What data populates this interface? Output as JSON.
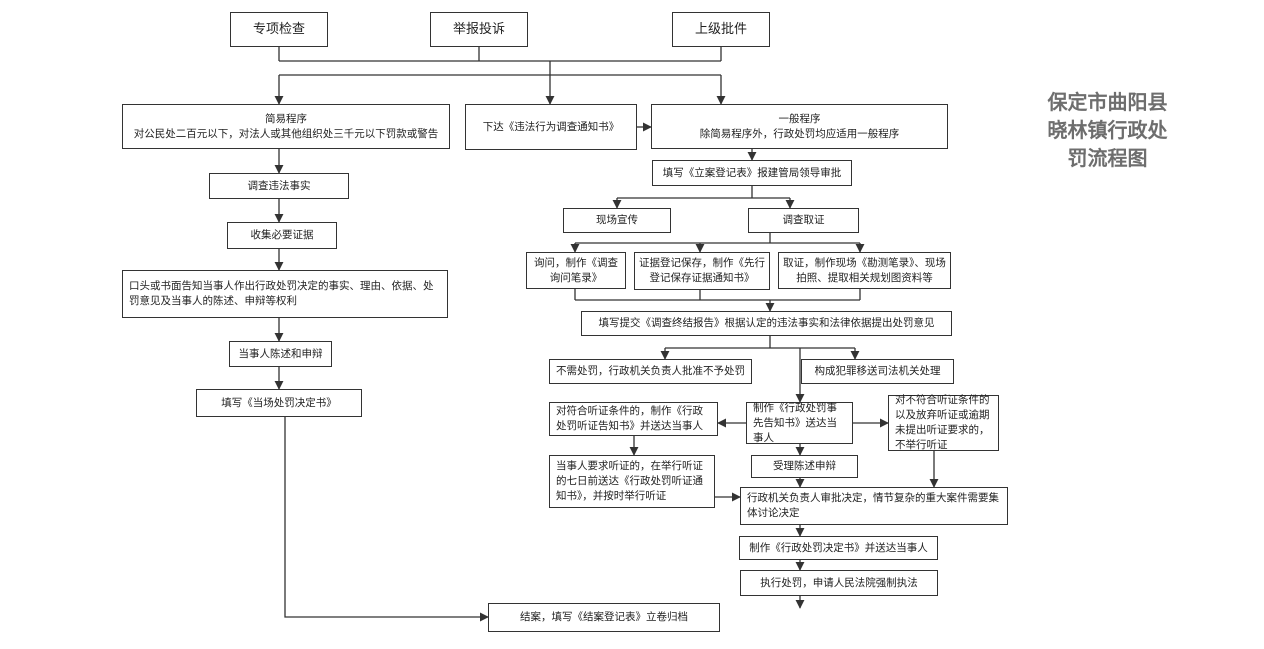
{
  "title_lines": [
    "保定市曲阳县",
    "晓林镇行政处",
    "罚流程图"
  ],
  "nodes": {
    "special_inspection": "专项检查",
    "report_complaint": "举报投诉",
    "superior_referral": "上级批件",
    "simple_procedure_title": "简易程序",
    "simple_procedure_desc": "对公民处二百元以下，对法人或其他组织处三千元以下罚款或警告",
    "issue_notice": "下达《违法行为调查通知书》",
    "general_procedure_title": "一般程序",
    "general_procedure_desc": "除简易程序外，行政处罚均应适用一般程序",
    "fill_filing_form": "填写《立案登记表》报建管局领导审批",
    "investigate_facts": "调查违法事实",
    "onsite_publicity": "现场宣传",
    "investigate_evidence": "调查取证",
    "collect_evidence": "收集必要证据",
    "inquiry_record": "询问，制作《调查询问笔录》",
    "evidence_preservation": "证据登记保存，制作《先行登记保存证据通知书》",
    "site_survey": "取证，制作现场《勘测笔录》、现场拍照、提取相关规划图资料等",
    "inform_party": "口头或书面告知当事人作出行政处罚决定的事实、理由、依据、处罚意见及当事人的陈述、申辩等权利",
    "submit_report": "填写提交《调查终结报告》根据认定的违法事实和法律依据提出处罚意见",
    "party_statement": "当事人陈述和申辩",
    "no_penalty": "不需处罚，行政机关负责人批准不予处罚",
    "criminal_transfer": "构成犯罪移送司法机关处理",
    "fill_onsite_decision": "填写《当场处罚决定书》",
    "hearing_notice": "对符合听证条件的，制作《行政处罚听证告知书》并送达当事人",
    "penalty_prior_notice": "制作《行政处罚事先告知书》送达当事人",
    "no_hearing": "对不符合听证条件的以及放弃听证或逾期未提出听证要求的，不举行听证",
    "hearing_request": "当事人要求听证的，在举行听证的七日前送达《行政处罚听证通知书》，并按时举行听证",
    "accept_statement": "受理陈述申辩",
    "approval_decision": "行政机关负责人审批决定，情节复杂的重大案件需要集体讨论决定",
    "make_decision": "制作《行政处罚决定书》并送达当事人",
    "execute_penalty": "执行处罚，申请人民法院强制执法",
    "close_case": "结案，填写《结案登记表》立卷归档"
  }
}
